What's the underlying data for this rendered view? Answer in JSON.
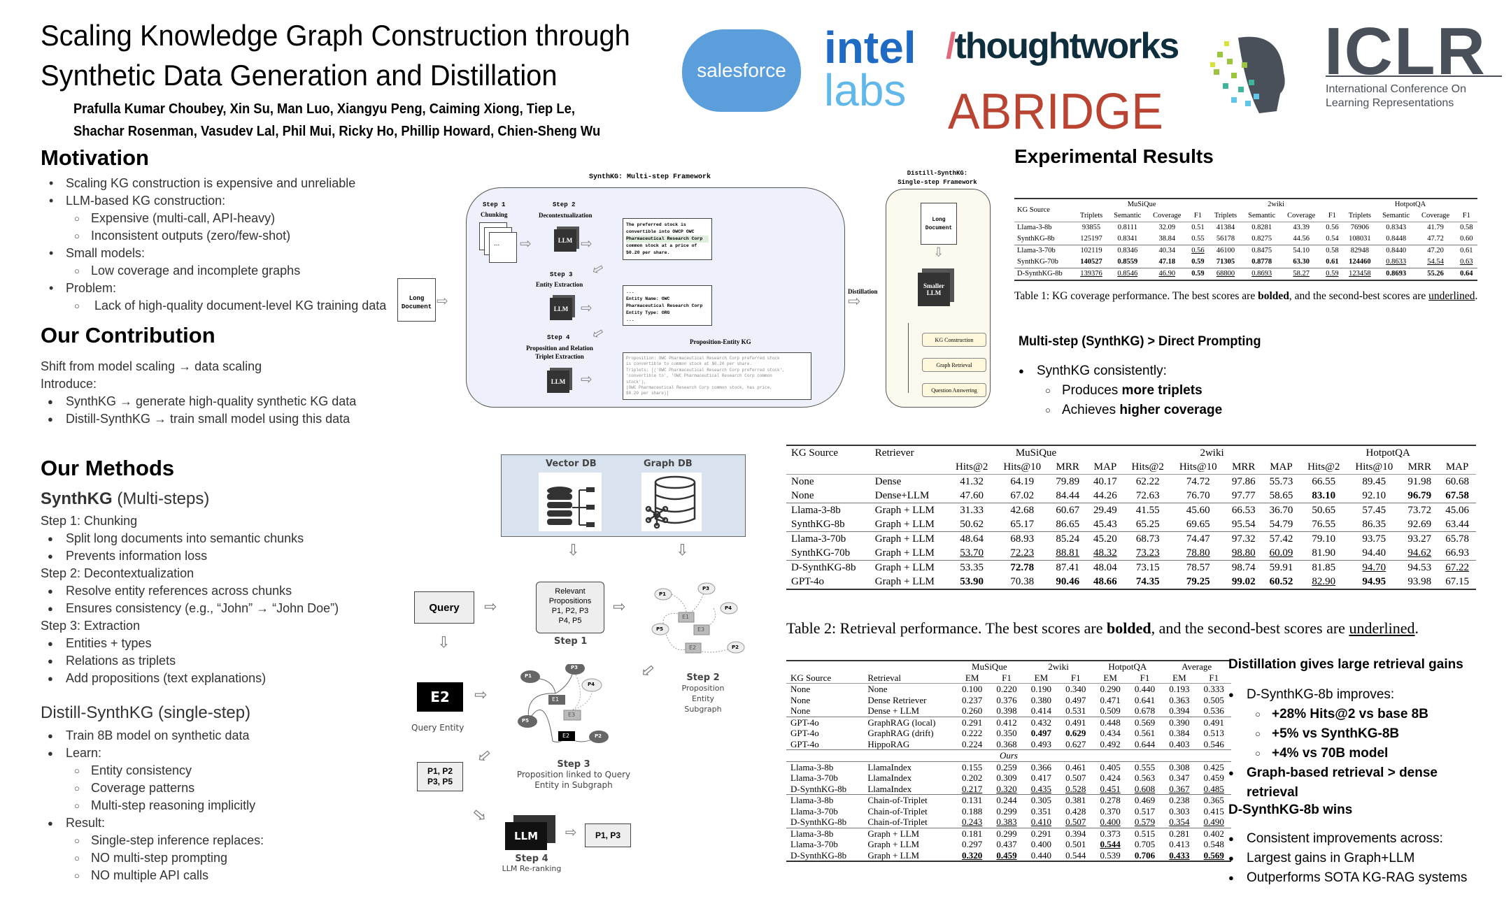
{
  "header": {
    "title_line1": "Scaling Knowledge Graph Construction through",
    "title_line2": "Synthetic Data Generation and Distillation",
    "authors_line1": "Prafulla Kumar Choubey, Xin Su, Man Luo, Xiangyu Peng, Caiming Xiong, Tiep Le,",
    "authors_line2": "Shachar Rosenman, Vasudev Lal, Phil Mui, Ricky Ho, Phillip Howard, Chien-Sheng Wu",
    "logos": {
      "salesforce": "salesforce",
      "intel": "intel",
      "labs": "labs",
      "thoughtworks": "thoughtworks",
      "abridge": "ABRIDGE",
      "iclr": "ICLR",
      "iclr_sub1": "International Conference On",
      "iclr_sub2": "Learning Representations"
    }
  },
  "motivation": {
    "heading": "Motivation",
    "items": [
      {
        "level": 1,
        "text": "Scaling KG construction is expensive and unreliable"
      },
      {
        "level": 1,
        "text": "LLM-based KG construction:"
      },
      {
        "level": 2,
        "text": "Expensive (multi-call, API-heavy)"
      },
      {
        "level": 2,
        "text": "Inconsistent outputs (zero/few-shot)"
      },
      {
        "level": 1,
        "text": "Small models:"
      },
      {
        "level": 2,
        "text": "Low coverage and incomplete graphs"
      },
      {
        "level": 1,
        "text": "Problem:"
      },
      {
        "level": 2,
        "text": "Lack of high-quality document-level KG training data"
      }
    ]
  },
  "contribution": {
    "heading": "Our Contribution",
    "line1": "Shift from model scaling → data scaling",
    "line2": "Introduce:",
    "items": [
      "SynthKG → generate high-quality synthetic KG data",
      "Distill-SynthKG → train small model using this data"
    ]
  },
  "methods": {
    "heading": "Our Methods",
    "synthkg_bold": "SynthKG",
    "synthkg_rest": " (Multi-steps)",
    "step1": "Step 1: Chunking",
    "step1_items": [
      "Split long documents into semantic chunks",
      "Prevents information loss"
    ],
    "step2": "Step 2: Decontextualization",
    "step2_items": [
      "Resolve entity references across chunks",
      "Ensures consistency (e.g., “John” → “John Doe”)"
    ],
    "step3": "Step 3: Extraction",
    "step3_items": [
      "Entities + types",
      "Relations as triplets",
      "Add propositions (text explanations)"
    ],
    "distill_heading": "Distill-SynthKG (single-step)",
    "distill_items": [
      {
        "level": 1,
        "text": "Train 8B model on synthetic data"
      },
      {
        "level": 1,
        "text": "Learn:"
      },
      {
        "level": 2,
        "text": "Entity consistency"
      },
      {
        "level": 2,
        "text": "Coverage patterns"
      },
      {
        "level": 2,
        "text": "Multi-step reasoning implicitly"
      },
      {
        "level": 1,
        "text": "Result:"
      },
      {
        "level": 2,
        "text": "Single-step inference replaces:"
      },
      {
        "level": 2,
        "text": "NO multi-step prompting"
      },
      {
        "level": 2,
        "text": "NO multiple API calls"
      }
    ]
  },
  "framework": {
    "title": "SynthKG: Multi-step Framework",
    "long_document": "Long Document",
    "step1": "Step 1",
    "step1_name": "Chunking",
    "dots": "...",
    "step2": "Step 2",
    "step2_name": "Decontextualization",
    "step3": "Step 3",
    "step3_name": "Entity Extraction",
    "step4": "Step 4",
    "step4_name1": "Proposition and Relation",
    "step4_name2": "Triplet Extraction",
    "llm": "LLM",
    "doc1": [
      "The preferred stock is",
      "convertible into OWCP OWC",
      "Pharmaceutical Research Corp",
      "common stock at a price of",
      "$0.20 per share."
    ],
    "doc2": [
      "...",
      "Entity Name: OWC",
      "Pharmaceutical Research Corp",
      "Entity Type: ORG",
      "..."
    ],
    "kg_title": "Proposition-Entity KG",
    "doc3": [
      "Proposition: OWC Pharmaceutical Research Corp preferred stock",
      "is convertible to common stock at $0.20 per share.",
      "Triplets: [('OWC Pharmaceutical Research Corp preferred stock',",
      "'convertible to', 'OWC Pharmaceutical Research Corp common",
      "stock'),",
      "(OWC Pharmaceutical Research Corp common stock, has price,",
      "$0.20 per share)]"
    ],
    "distillation": "Distillation",
    "distill_title1": "Distill-SynthKG:",
    "distill_title2": "Single-step Framework",
    "smaller_llm1": "Smaller",
    "smaller_llm2": "LLM",
    "outputs": [
      "KG Construction",
      "Graph Retrieval",
      "Question Answering"
    ]
  },
  "retrieval_diagram": {
    "vector_db": "Vector DB",
    "graph_db": "Graph DB",
    "query": "Query",
    "relevant": [
      "Relevant",
      "Propositions",
      "P1, P2, P3",
      "P4, P5"
    ],
    "step1": "Step 1",
    "step2": "Step 2",
    "step2_desc": [
      "Proposition",
      "Entity",
      "Subgraph"
    ],
    "query_entity_box": "E2",
    "query_entity": "Query Entity",
    "step3": "Step 3",
    "step3_desc": [
      "Proposition linked to Query",
      "Entity in Subgraph"
    ],
    "p_list": [
      "P1, P2",
      "P3, P5"
    ],
    "llm": "LLM",
    "step4": "Step 4",
    "step4_desc": "LLM Re-ranking",
    "result": "P1, P3",
    "nodes": {
      "p1": "P1",
      "p2": "P2",
      "p3": "P3",
      "p4": "P4",
      "p5": "P5",
      "e1": "E1",
      "e2": "E2",
      "e3": "E3"
    }
  },
  "results": {
    "heading": "Experimental Results",
    "table1": {
      "col_kg": "KG Source",
      "groups": [
        "MuSiQue",
        "2wiki",
        "HotpotQA"
      ],
      "subcols": [
        "Triplets",
        "Semantic",
        "Coverage",
        "F1"
      ],
      "rows": [
        {
          "name": "Llama-3-8b",
          "vals": [
            "93855",
            "0.8111",
            "32.09",
            "0.51",
            "41384",
            "0.8281",
            "43.39",
            "0.56",
            "76906",
            "0.8343",
            "41.79",
            "0.58"
          ],
          "fmt": "000000000000"
        },
        {
          "name": "SynthKG-8b",
          "vals": [
            "125197",
            "0.8341",
            "38.84",
            "0.55",
            "56178",
            "0.8275",
            "44.56",
            "0.54",
            "108031",
            "0.8448",
            "47.72",
            "0.60"
          ],
          "fmt": "000000000000"
        },
        {
          "name": "Llama-3-70b",
          "vals": [
            "102119",
            "0.8346",
            "40.34",
            "0.56",
            "46100",
            "0.8475",
            "54.10",
            "0.58",
            "82948",
            "0.8440",
            "47.20",
            "0.61"
          ],
          "fmt": "000u00000000"
        },
        {
          "name": "SynthKG-70b",
          "vals": [
            "140527",
            "0.8559",
            "47.18",
            "0.59",
            "71305",
            "0.8778",
            "63.30",
            "0.61",
            "124460",
            "0.8633",
            "54.54",
            "0.63"
          ],
          "fmt": "bbbbbbbbbuuu"
        },
        {
          "name": "D-SynthKG-8b",
          "vals": [
            "139376",
            "0.8546",
            "46.90",
            "0.59",
            "68800",
            "0.8693",
            "58.27",
            "0.59",
            "123458",
            "0.8693",
            "55.26",
            "0.64"
          ],
          "fmt": "uuubuuuuubbb"
        }
      ],
      "caption_a": "Table 1: KG coverage performance. The best scores are ",
      "caption_b": "bolded",
      "caption_c": ", and the second-best scores are ",
      "caption_d": "underlined",
      "caption_e": "."
    },
    "multistep": {
      "heading": "Multi-step (SynthKG) > Direct Prompting",
      "item1": "SynthKG consistently:",
      "sub1_a": "Produces ",
      "sub1_b": "more triplets",
      "sub2_a": "Achieves ",
      "sub2_b": "higher coverage"
    },
    "table2": {
      "col_kg": "KG Source",
      "col_ret": "Retriever",
      "groups": [
        "MuSiQue",
        "2wiki",
        "HotpotQA"
      ],
      "subcols": [
        "Hits@2",
        "Hits@10",
        "MRR",
        "MAP"
      ],
      "rows": [
        {
          "name": "None",
          "ret": "Dense",
          "vals": [
            "41.32",
            "64.19",
            "79.89",
            "40.17",
            "62.22",
            "74.72",
            "97.86",
            "55.73",
            "66.55",
            "89.45",
            "91.98",
            "60.68"
          ],
          "fmt": "000000000000"
        },
        {
          "name": "None",
          "ret": "Dense+LLM",
          "vals": [
            "47.60",
            "67.02",
            "84.44",
            "44.26",
            "72.63",
            "76.70",
            "97.77",
            "58.65",
            "83.10",
            "92.10",
            "96.79",
            "67.58"
          ],
          "fmt": "00000000b0bb"
        },
        {
          "name": "Llama-3-8b",
          "ret": "Graph + LLM",
          "vals": [
            "31.33",
            "42.68",
            "60.67",
            "29.49",
            "41.55",
            "45.60",
            "66.53",
            "36.70",
            "50.65",
            "57.45",
            "73.72",
            "45.06"
          ],
          "fmt": "000000000000"
        },
        {
          "name": "SynthKG-8b",
          "ret": "Graph + LLM",
          "vals": [
            "50.62",
            "65.17",
            "86.65",
            "45.43",
            "65.25",
            "69.65",
            "95.54",
            "54.79",
            "76.55",
            "86.35",
            "92.69",
            "63.44"
          ],
          "fmt": "000000000000"
        },
        {
          "name": "Llama-3-70b",
          "ret": "Graph + LLM",
          "vals": [
            "48.64",
            "68.93",
            "85.24",
            "45.20",
            "68.73",
            "74.47",
            "97.32",
            "57.42",
            "79.10",
            "93.75",
            "93.27",
            "65.78"
          ],
          "fmt": "000000000000"
        },
        {
          "name": "SynthKG-70b",
          "ret": "Graph + LLM",
          "vals": [
            "53.70",
            "72.23",
            "88.81",
            "48.32",
            "73.23",
            "78.80",
            "98.80",
            "60.09",
            "81.90",
            "94.40",
            "94.62",
            "66.93"
          ],
          "fmt": "uuuuuuuu00u0"
        },
        {
          "name": "D-SynthKG-8b",
          "ret": "Graph + LLM",
          "vals": [
            "53.35",
            "72.78",
            "87.41",
            "48.04",
            "73.15",
            "78.57",
            "98.74",
            "59.91",
            "81.85",
            "94.70",
            "94.53",
            "67.22"
          ],
          "fmt": "0b0000000u0u"
        },
        {
          "name": "GPT-4o",
          "ret": "Graph + LLM",
          "vals": [
            "53.90",
            "70.38",
            "90.46",
            "48.66",
            "74.35",
            "79.25",
            "99.02",
            "60.52",
            "82.90",
            "94.95",
            "93.98",
            "67.15"
          ],
          "fmt": "b0bbbbbbub00"
        }
      ],
      "caption_a": "Table 2: Retrieval performance. The best scores are ",
      "caption_b": "bolded",
      "caption_c": ", and the second-best scores are ",
      "caption_d": "underlined",
      "caption_e": "."
    },
    "table3": {
      "col_kg": "KG Source",
      "col_ret": "Retrieval",
      "groups": [
        "MuSiQue",
        "2wiki",
        "HotpotQA",
        "Average"
      ],
      "subcols": [
        "EM",
        "F1"
      ],
      "ours": "Ours",
      "rows": [
        {
          "name": "None",
          "ret": "None",
          "vals": [
            "0.100",
            "0.220",
            "0.190",
            "0.340",
            "0.290",
            "0.440",
            "0.193",
            "0.333"
          ],
          "fmt": "00000000"
        },
        {
          "name": "None",
          "ret": "Dense Retriever",
          "vals": [
            "0.237",
            "0.376",
            "0.380",
            "0.497",
            "0.471",
            "0.641",
            "0.363",
            "0.505"
          ],
          "fmt": "00000000"
        },
        {
          "name": "None",
          "ret": "Dense + LLM",
          "vals": [
            "0.260",
            "0.398",
            "0.414",
            "0.531",
            "0.509",
            "0.678",
            "0.394",
            "0.536"
          ],
          "fmt": "00000000"
        },
        {
          "name": "GPT-4o",
          "ret": "GraphRAG (local)",
          "vals": [
            "0.291",
            "0.412",
            "0.432",
            "0.491",
            "0.448",
            "0.569",
            "0.390",
            "0.491"
          ],
          "fmt": "00000000"
        },
        {
          "name": "GPT-4o",
          "ret": "GraphRAG (drift)",
          "vals": [
            "0.222",
            "0.350",
            "0.497",
            "0.629",
            "0.434",
            "0.561",
            "0.384",
            "0.513"
          ],
          "fmt": "00bb0000"
        },
        {
          "name": "GPT-4o",
          "ret": "HippoRAG",
          "vals": [
            "0.224",
            "0.368",
            "0.493",
            "0.627",
            "0.492",
            "0.644",
            "0.403",
            "0.546"
          ],
          "fmt": "00000000"
        },
        {
          "name": "Llama-3-8b",
          "ret": "LlamaIndex",
          "vals": [
            "0.155",
            "0.259",
            "0.366",
            "0.461",
            "0.405",
            "0.555",
            "0.308",
            "0.425"
          ],
          "fmt": "00000000"
        },
        {
          "name": "Llama-3-70b",
          "ret": "LlamaIndex",
          "vals": [
            "0.202",
            "0.309",
            "0.417",
            "0.507",
            "0.424",
            "0.563",
            "0.347",
            "0.459"
          ],
          "fmt": "00000000"
        },
        {
          "name": "D-SynthKG-8b",
          "ret": "LlamaIndex",
          "vals": [
            "0.217",
            "0.320",
            "0.435",
            "0.528",
            "0.451",
            "0.608",
            "0.367",
            "0.485"
          ],
          "fmt": "uuuuuuuu"
        },
        {
          "name": "Llama-3-8b",
          "ret": "Chain-of-Triplet",
          "vals": [
            "0.131",
            "0.244",
            "0.305",
            "0.381",
            "0.278",
            "0.469",
            "0.238",
            "0.365"
          ],
          "fmt": "00000000"
        },
        {
          "name": "Llama-3-70b",
          "ret": "Chain-of-Triplet",
          "vals": [
            "0.188",
            "0.299",
            "0.351",
            "0.428",
            "0.370",
            "0.517",
            "0.303",
            "0.415"
          ],
          "fmt": "00000000"
        },
        {
          "name": "D-SynthKG-8b",
          "ret": "Chain-of-Triplet",
          "vals": [
            "0.243",
            "0.383",
            "0.410",
            "0.507",
            "0.400",
            "0.579",
            "0.354",
            "0.490"
          ],
          "fmt": "uuuuuuuu"
        },
        {
          "name": "Llama-3-8b",
          "ret": "Graph + LLM",
          "vals": [
            "0.181",
            "0.299",
            "0.291",
            "0.394",
            "0.373",
            "0.515",
            "0.281",
            "0.402"
          ],
          "fmt": "00000000"
        },
        {
          "name": "Llama-3-70b",
          "ret": "Graph + LLM",
          "vals": [
            "0.297",
            "0.437",
            "0.400",
            "0.501",
            "0.544",
            "0.705",
            "0.413",
            "0.548"
          ],
          "fmt": "0000x000"
        },
        {
          "name": "D-SynthKG-8b",
          "ret": "Graph + LLM",
          "vals": [
            "0.320",
            "0.459",
            "0.440",
            "0.544",
            "0.539",
            "0.706",
            "0.433",
            "0.569"
          ],
          "fmt": "xx000bxx"
        }
      ]
    },
    "distill_gains": {
      "heading": "Distillation gives large retrieval gains",
      "item1": "D-SynthKG-8b improves:",
      "subs": [
        "+28% Hits@2 vs base 8B",
        "+5% vs SynthKG-8B",
        "+4% vs 70B model"
      ],
      "item2": "Graph-based retrieval > dense retrieval"
    },
    "wins": {
      "heading": "D-SynthKG-8b wins",
      "items": [
        "Consistent improvements across:",
        "Largest gains in Graph+LLM",
        "Outperforms SOTA KG-RAG systems"
      ]
    }
  }
}
